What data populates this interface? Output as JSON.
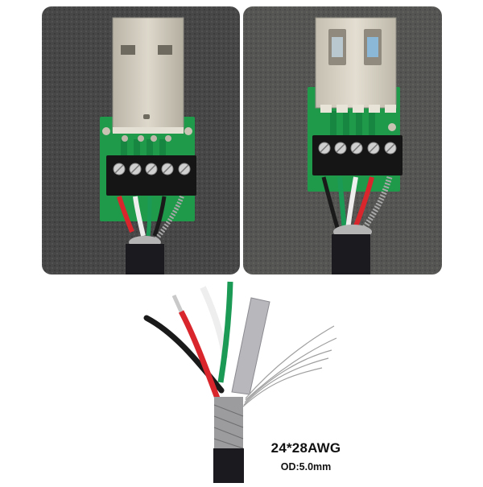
{
  "panels": [
    {
      "name": "usb-a-male-breakout",
      "connector": "USB-A male",
      "terminal_positions": 5,
      "wire_colors": [
        "red",
        "white",
        "green",
        "black",
        "braid-shield"
      ]
    },
    {
      "name": "usb-a-female-breakout",
      "connector": "USB-A female",
      "terminal_positions": 5,
      "wire_colors": [
        "black",
        "green",
        "white",
        "red",
        "braid-shield"
      ]
    }
  ],
  "cable": {
    "wires": [
      "black",
      "red",
      "white",
      "green"
    ],
    "shield": [
      "foil",
      "braid"
    ],
    "spec_awg": "24*28AWG",
    "spec_od": "OD:5.0mm"
  },
  "colors": {
    "background": "#ffffff",
    "surface": "#4a4a4a",
    "pcb_green": "#1f9a4a",
    "terminal_black": "#151515",
    "wire_red": "#d8262c",
    "wire_green": "#1a9a55",
    "wire_white": "#eeeeee",
    "wire_black": "#1a1a1a",
    "metal": "#cfcabd",
    "jacket": "#1b1b1f"
  }
}
